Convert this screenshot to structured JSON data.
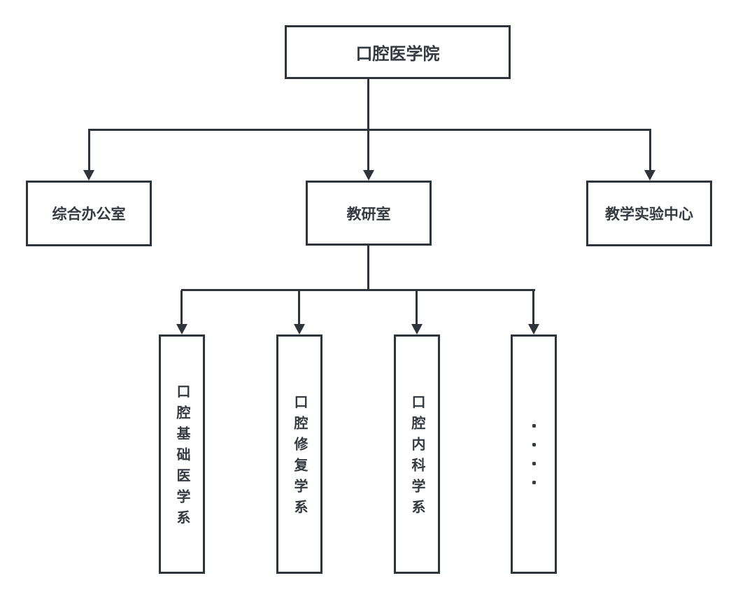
{
  "org": {
    "root": {
      "label": "口腔医学院"
    },
    "level2": [
      {
        "label": "综合办公室"
      },
      {
        "label": "教研室"
      },
      {
        "label": "教学实验中心"
      }
    ],
    "level3": [
      {
        "label": "口腔基础医学系"
      },
      {
        "label": "口腔修复学系"
      },
      {
        "label": "口腔内科学系"
      },
      {
        "label": "····",
        "ellipsis": true
      }
    ]
  },
  "colors": {
    "line": "#2e343b",
    "text": "#343a40",
    "bg": "#ffffff",
    "box": "#ffffff"
  }
}
